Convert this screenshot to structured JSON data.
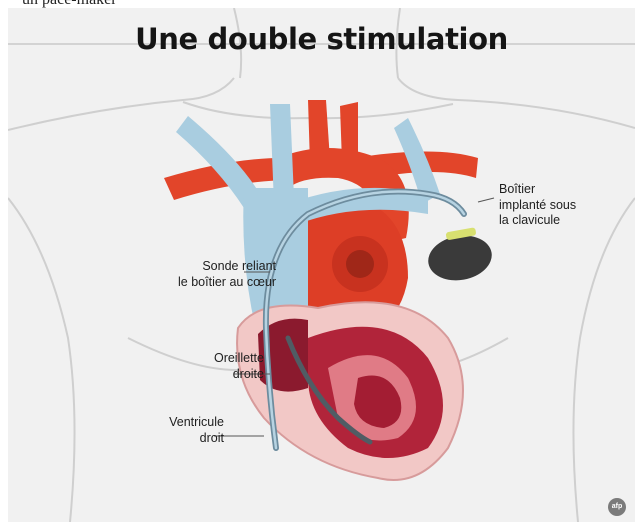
{
  "caption": "un pace-maker",
  "title": "Une double stimulation",
  "labels": {
    "boitier": [
      "Boîtier",
      "implanté sous",
      "la clavicule"
    ],
    "sonde": [
      "Sonde reliant",
      "le boîtier au cœur"
    ],
    "oreillette": [
      "Oreillette",
      "droite"
    ],
    "ventricule": [
      "Ventricule",
      "droit"
    ]
  },
  "badge": "afp",
  "colors": {
    "background": "#f1f1f1",
    "body_outline": "#cfcfcf",
    "artery": "#e2452a",
    "vein": "#a9cde0",
    "heart_wall": "#f2c8c6",
    "heart_muscle": "#b1243a",
    "lead": "#7d9aab",
    "pacemaker": "#3a3a3a",
    "connector": "#d8e070"
  }
}
